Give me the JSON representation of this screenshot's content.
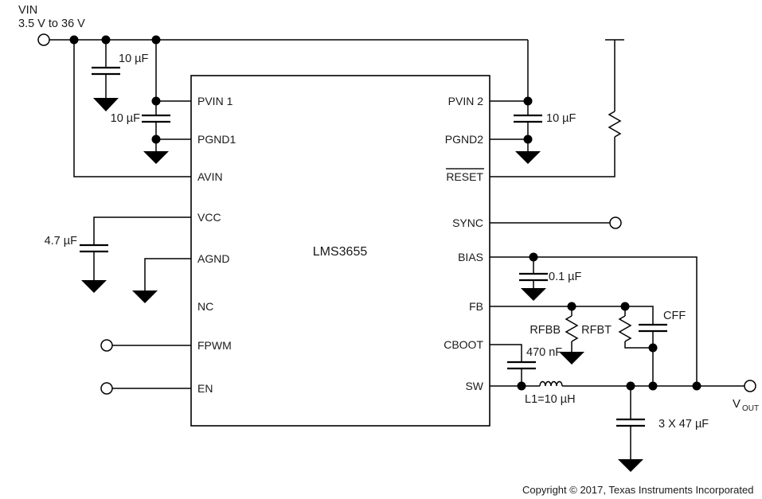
{
  "input": {
    "name": "VIN",
    "range": "3.5 V to 36 V"
  },
  "ic": {
    "name": "LMS3655",
    "left_pins": [
      "PVIN 1",
      "PGND1",
      "AVIN",
      "VCC",
      "AGND",
      "NC",
      "FPWM",
      "EN"
    ],
    "right_pins": [
      "PVIN 2",
      "PGND2",
      "RESET",
      "SYNC",
      "BIAS",
      "FB",
      "CBOOT",
      "SW"
    ]
  },
  "components": {
    "cin_bulk": "10 µF",
    "cin_pvin1": "10 µF",
    "cin_pvin2": "10 µF",
    "cvcc": "4.7 µF",
    "cbias": "0.1 µF",
    "cboot": "470 nF",
    "rfbb": "RFBB",
    "rfbt": "RFBT",
    "cff": "CFF",
    "inductor": "L1=10 µH",
    "cout": "3 X 47 µF"
  },
  "output": {
    "v": "V",
    "sub": "OUT"
  },
  "footer": {
    "copyright": "Copyright © 2017, Texas Instruments Incorporated"
  },
  "colors": {
    "wire": "#000000",
    "text": "#1a1a1a",
    "background": "#ffffff"
  }
}
